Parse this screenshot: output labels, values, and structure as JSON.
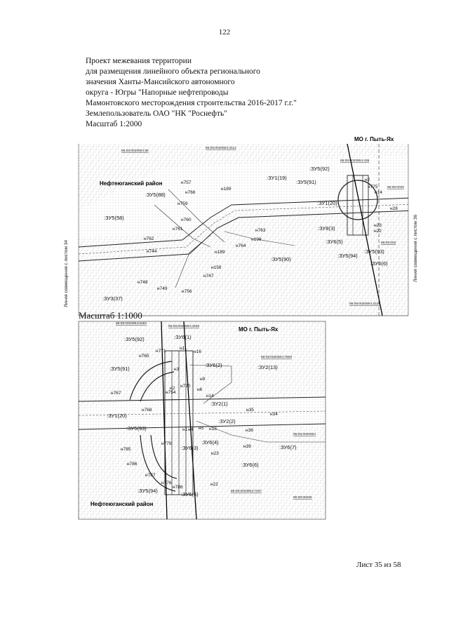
{
  "page": {
    "number": "122",
    "title_lines": [
      "Проект межевания территории",
      "для размещения линейного объекта регионального",
      "значения Ханты-Мансийского автономного",
      "округа - Югры \"Напорные нефтепроводы",
      "Мамонтовского месторождения строительства 2016-2017 г.г.\"",
      "Землепользователь ОАО \"НК \"Роснефть\"",
      "Масштаб 1:2000"
    ],
    "scale2": "Масштаб 1:1000",
    "footer": "Лист 35 из 58"
  },
  "map1": {
    "region_label": "Нефтеюганский район",
    "mo_label": "МО г. Пыть-Ях",
    "side_left": "Линия совмещения с листом 34",
    "side_right": "Линия совмещения с листом 36",
    "cadastral": [
      "86:08:0020904:58",
      "86:08:0020904:3114",
      "86:08:0020904:436",
      "86:08:0020904:3127",
      "86:08:002",
      "86:08:0020"
    ],
    "zu": [
      ":ЗУ5(88)",
      ":ЗУ1(19)",
      ":ЗУ5(92)",
      ":ЗУ5(91)",
      ":ЗУ1(20)",
      ":ЗУ5(58)",
      ":ЗУ8(3)",
      ":ЗУ6(5)",
      ":ЗУ5(90)",
      ":ЗУ5(94)",
      ":ЗУ5(93)",
      ":ЗУ6(6)",
      ":ЗУ3(37)"
    ],
    "points": [
      "н757",
      "н189",
      "н766",
      "н759",
      "н760",
      "н761",
      "н762",
      "н763",
      "н199",
      "н744",
      "н764",
      "н189",
      "н158",
      "н748",
      "н747",
      "н749",
      "н756",
      "н2",
      "н14",
      "н23",
      "н22",
      "н775",
      "н28"
    ]
  },
  "map2": {
    "region_label": "Нефтеюганский район",
    "mo_label": "МО г. Пыть-Ях",
    "cadastral": [
      "86:08:0020904:5263",
      "86:08:0020904:4335",
      "86:08:0020904:7809",
      "86:08:0020904",
      "86:08:0020904:7037",
      "86:08:00205"
    ],
    "zu": [
      ":ЗУ5(92)",
      ":ЗУ6(1)",
      ":ЗУ5(91)",
      ":ЗУ6(2)",
      ":ЗУ2(13)",
      ":ЗУ2(1)",
      ":ЗУ1(20)",
      ":ЗУ2(2)",
      ":ЗУ5(93)",
      ":ЗУ6(3)",
      ":ЗУ6(4)",
      ":ЗУ6(7)",
      ":ЗУ6(6)",
      ":ЗУ5(94)",
      ":ЗУ6(5)"
    ],
    "points": [
      "н771",
      "н11",
      "н16",
      "н765",
      "н3",
      "н9",
      "н770",
      "н6",
      "н767",
      "н754",
      "н14",
      "н768",
      "н35",
      "н34",
      "н5",
      "н18",
      "н38",
      "н779",
      "н39",
      "н785",
      "н786",
      "н23",
      "н787",
      "н776",
      "н788",
      "н22",
      "н2",
      "н1",
      "н4"
    ]
  }
}
